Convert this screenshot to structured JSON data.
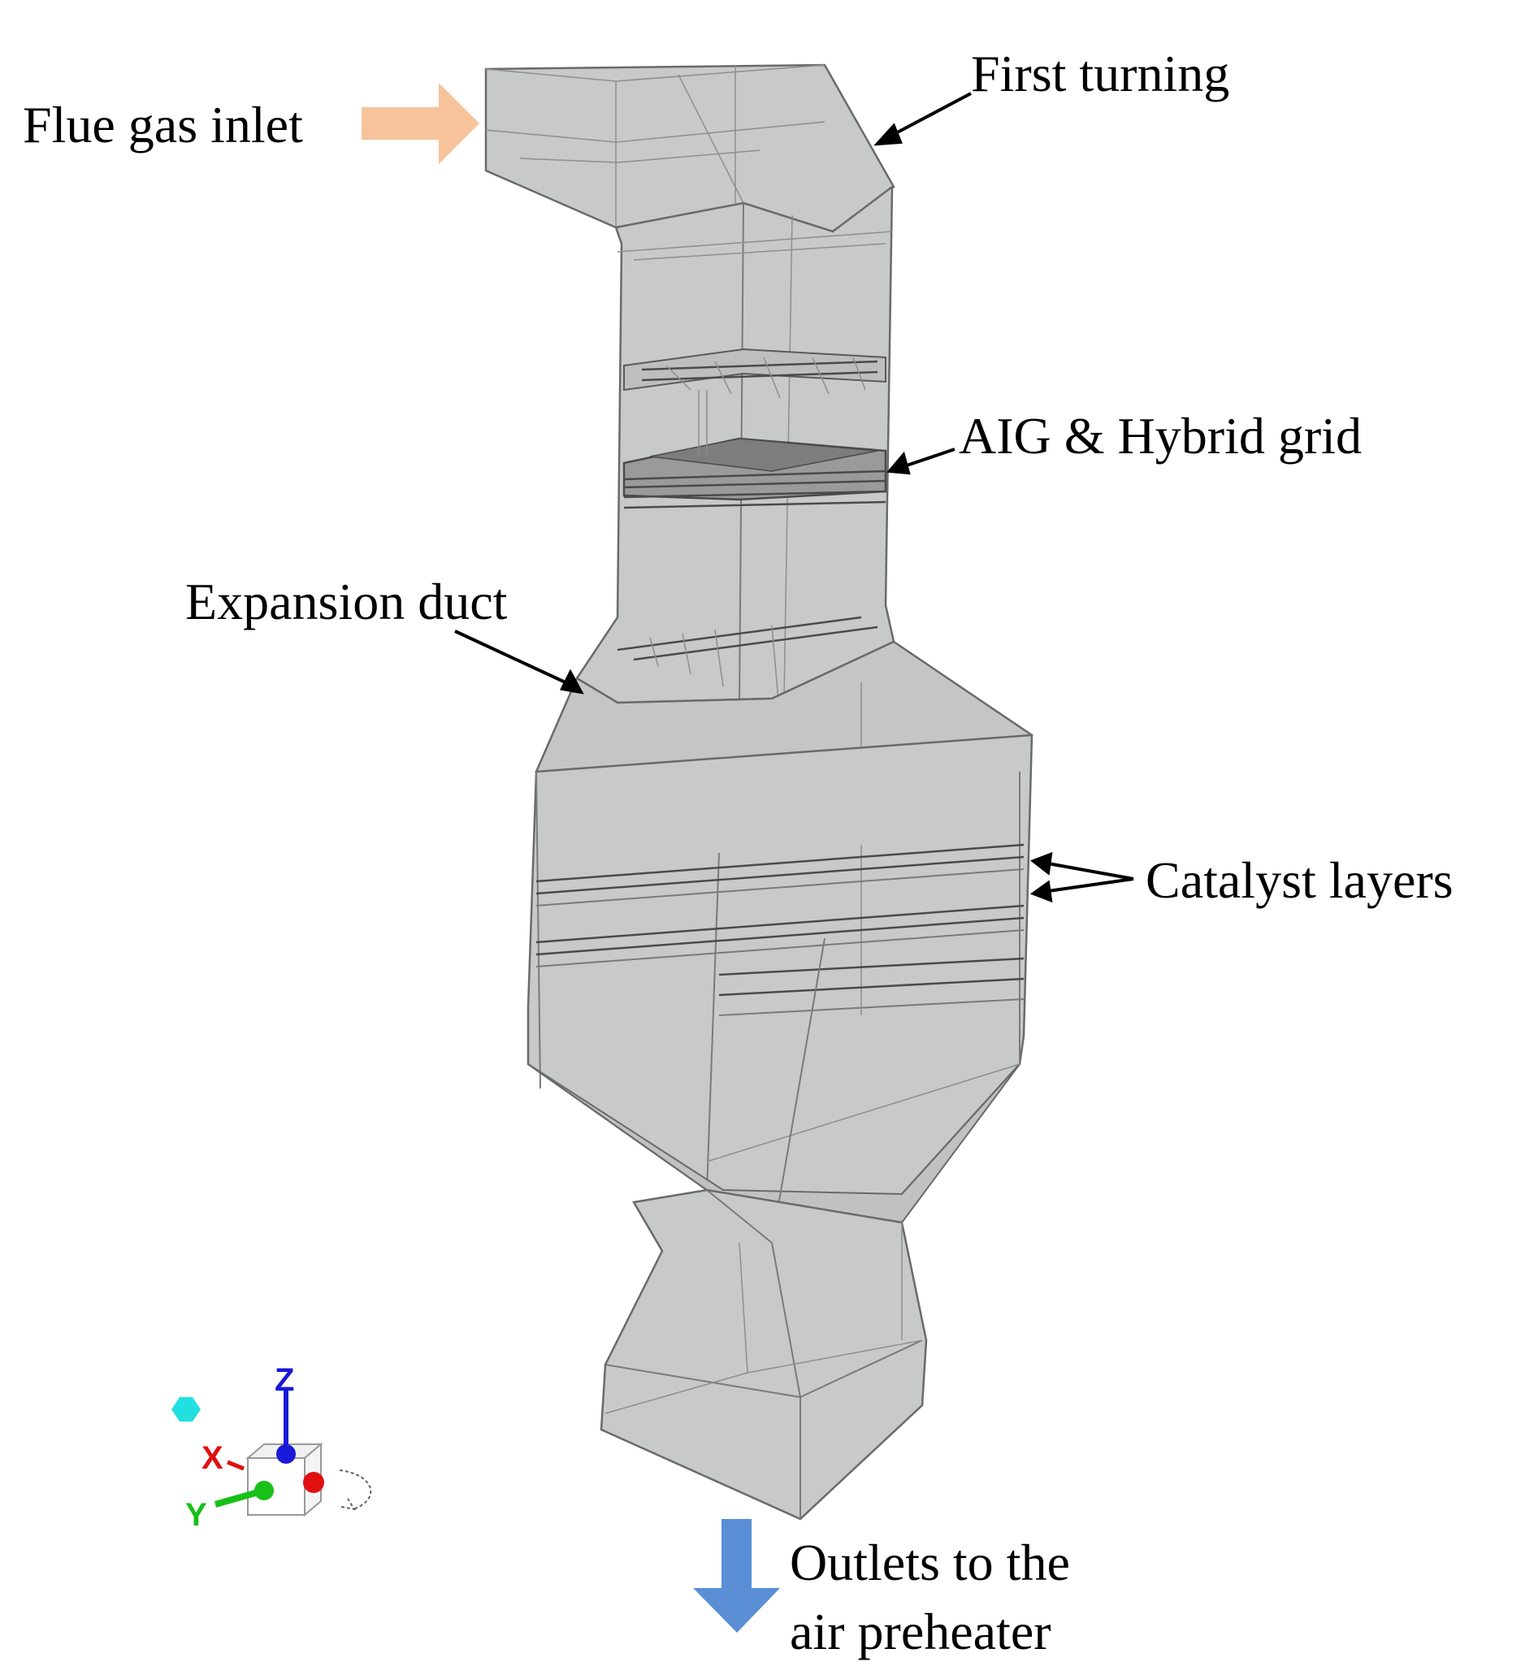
{
  "labels": {
    "inlet": "Flue gas inlet",
    "first_turning": "First turning",
    "aig_grid": "AIG & Hybrid grid",
    "expansion_duct": "Expansion duct",
    "catalyst_layers": "Catalyst layers",
    "outlet_line1": "Outlets to the",
    "outlet_line2": "air preheater"
  },
  "triad": {
    "z": "Z",
    "x": "X",
    "y": "Y",
    "colors": {
      "z": "#1a1ad8",
      "x": "#e01010",
      "y": "#18c018",
      "dot": "#22e0e0",
      "face": "#e01010"
    }
  },
  "colors": {
    "duct_fill": "#c8cac9",
    "duct_fill_dark": "#b9bbba",
    "grid_fill": "#8a8a8a",
    "inlet_arrow": "#f7c39a",
    "outlet_arrow": "#5a8fd6"
  }
}
